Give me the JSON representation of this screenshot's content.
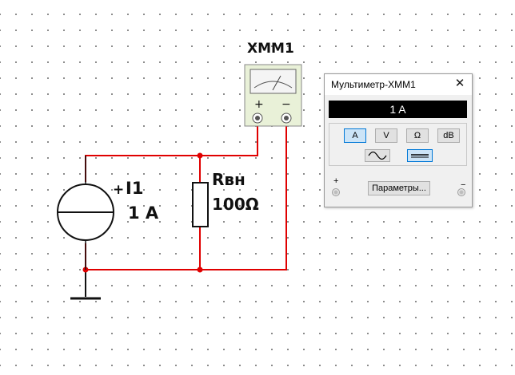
{
  "schematic": {
    "meter_label": "XMM1",
    "source_name": "I1",
    "source_polarity": "+",
    "source_value": "1 A",
    "resistor_name": "Rвн",
    "resistor_value": "100Ω",
    "meter_plus": "+",
    "meter_minus": "−",
    "wire_color": "#e00000",
    "junction_color": "#e00000"
  },
  "multimeter_window": {
    "title": "Мультиметр-XMM1",
    "close_glyph": "✕",
    "reading": "1 A",
    "mode_buttons": [
      {
        "label": "A",
        "active": true
      },
      {
        "label": "V",
        "active": false
      },
      {
        "label": "Ω",
        "active": false
      },
      {
        "label": "dB",
        "active": false
      }
    ],
    "waveform_buttons": [
      {
        "icon": "ac-wave-icon",
        "active": false
      },
      {
        "icon": "dc-line-icon",
        "active": true
      }
    ],
    "params_button": "Параметры...",
    "plus_terminal": "+",
    "minus_terminal": "−"
  }
}
